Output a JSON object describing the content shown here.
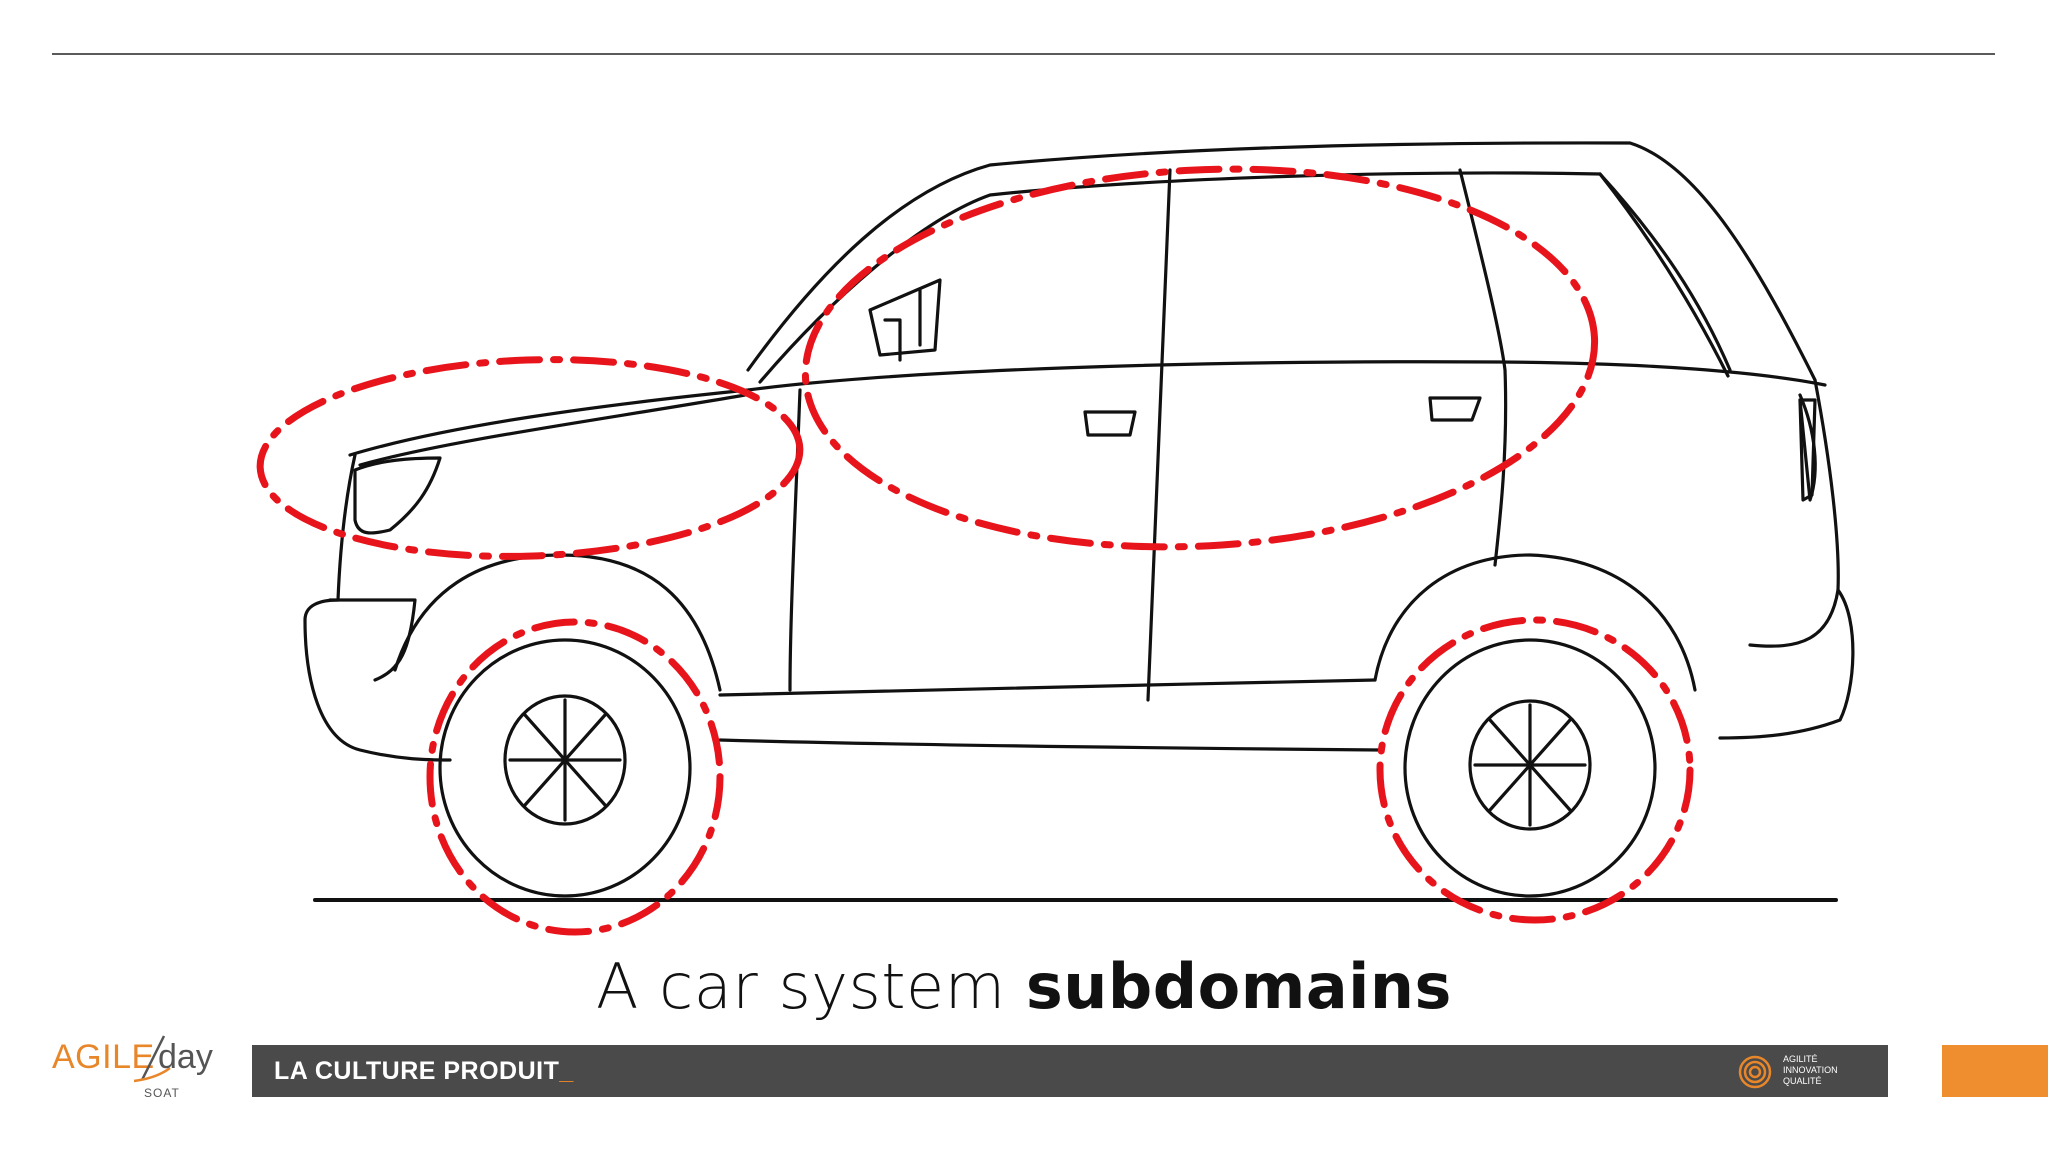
{
  "caption": {
    "normal": "A car system ",
    "bold": "subdomains"
  },
  "logo": {
    "agile": "AGILE",
    "day": "day",
    "company": "SOAT"
  },
  "banner": {
    "text": "LA CULTURE  PRODUIT",
    "cursor": "_"
  },
  "badge": {
    "lines": [
      "AGILITÉ",
      "INNOVATION",
      "QUALITÉ"
    ]
  },
  "colors": {
    "accent": "#ef8e2e",
    "highlight": "#e8141c",
    "banner": "#4a4a4a"
  }
}
